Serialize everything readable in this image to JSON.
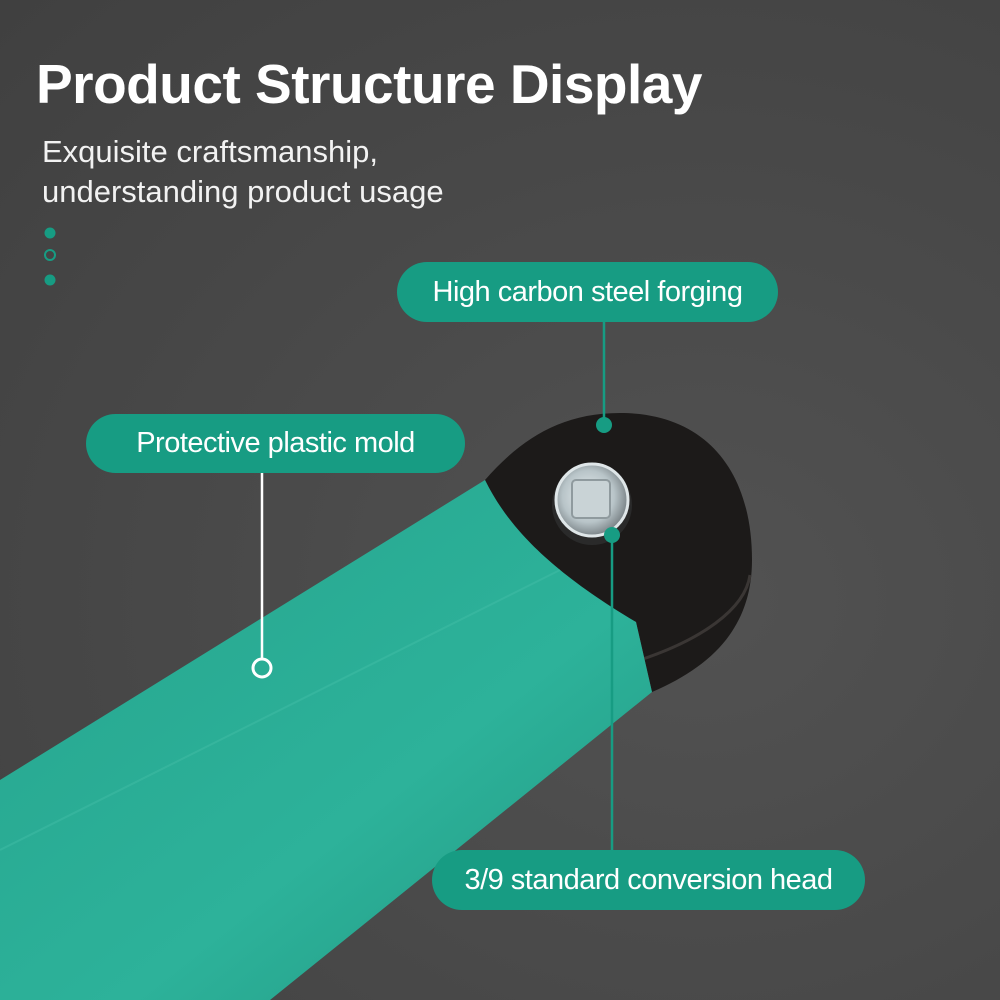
{
  "title": "Product Structure Display",
  "subtitle": {
    "line1": "Exquisite craftsmanship,",
    "line2": "understanding product usage"
  },
  "callouts": {
    "steel": "High carbon steel forging",
    "mold": "Protective plastic mold",
    "head": "3/9 standard conversion head"
  },
  "colors": {
    "accent": "#179c83",
    "handle": "#2aa892",
    "background": "#4a4a4a"
  }
}
